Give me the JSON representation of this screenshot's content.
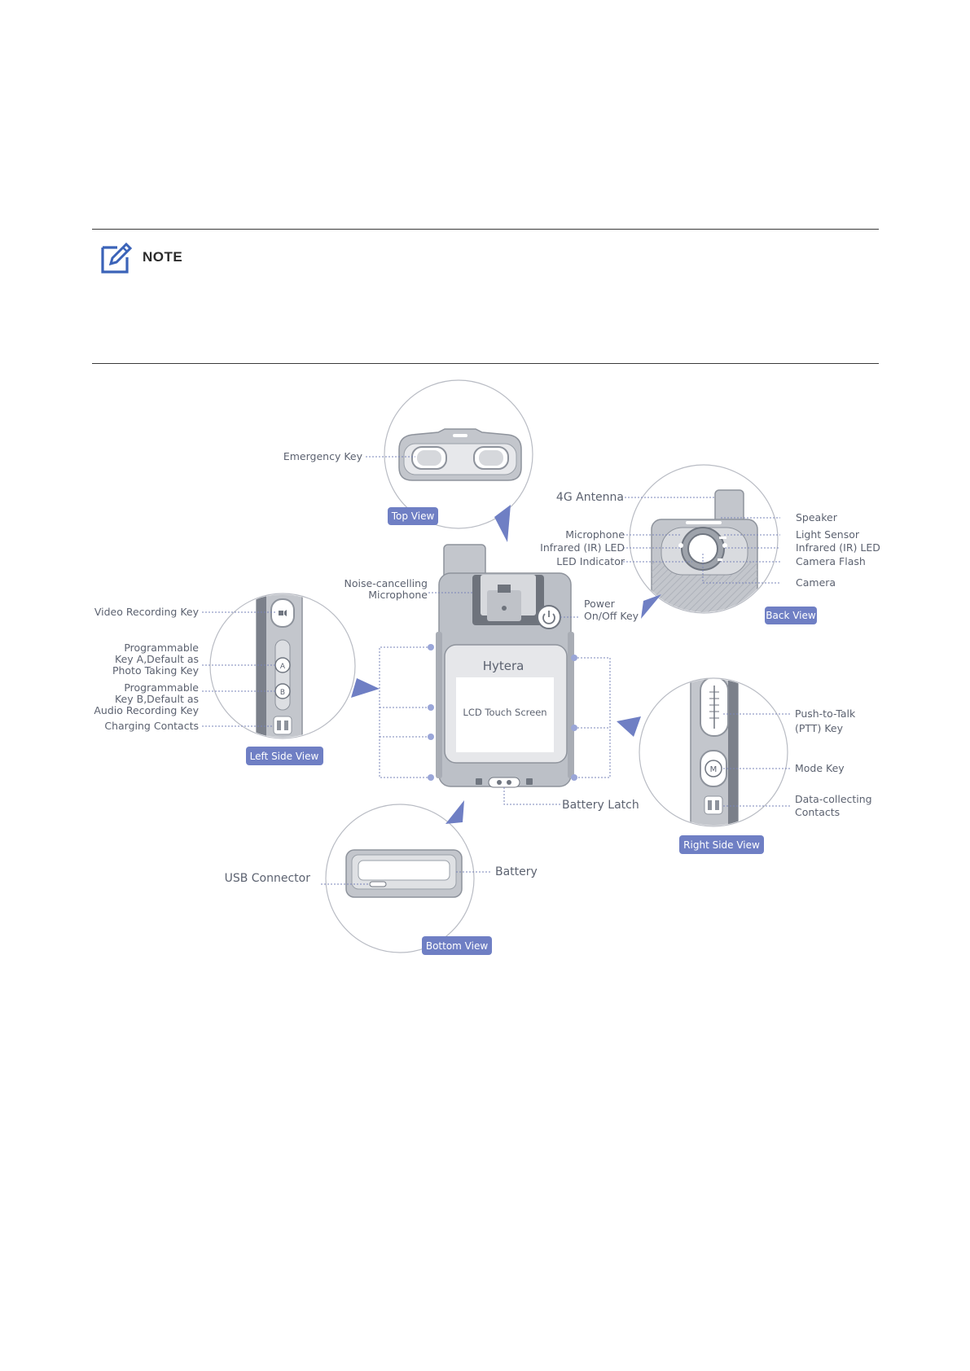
{
  "note": {
    "title": "NOTE",
    "icon": "edit-note-icon"
  },
  "diagram": {
    "views": {
      "top": "Top View",
      "back": "Back View",
      "left": "Left Side View",
      "right": "Right Side View",
      "bottom": "Bottom View"
    },
    "labels": {
      "emergency_key": "Emergency Key",
      "antenna": "4G Antenna",
      "speaker": "Speaker",
      "microphone": "Microphone",
      "light_sensor": "Light Sensor",
      "ir_led_left": "Infrared (IR) LED",
      "ir_led_right": "Infrared (IR) LED",
      "led_indicator": "LED Indicator",
      "camera_flash": "Camera Flash",
      "camera": "Camera",
      "noise_mic_1": "Noise-cancelling",
      "noise_mic_2": "Microphone",
      "power_1": "Power",
      "power_2": "On/Off Key",
      "video_key": "Video Recording Key",
      "prog_a_1": "Programmable",
      "prog_a_2": "Key A,Default as",
      "prog_a_3": "Photo Taking Key",
      "prog_b_1": "Programmable",
      "prog_b_2": "Key B,Default as",
      "prog_b_3": "Audio Recording Key",
      "charging": "Charging Contacts",
      "brand": "Hytera",
      "lcd": "LCD Touch Screen",
      "battery_latch": "Battery Latch",
      "ptt_1": "Push-to-Talk",
      "ptt_2": "(PTT) Key",
      "mode_key": "Mode Key",
      "data_1": "Data-collecting",
      "data_2": "Contacts",
      "usb": "USB Connector",
      "battery": "Battery",
      "key_a": "A",
      "key_b": "B",
      "key_m": "M"
    }
  },
  "colors": {
    "accent": "#6f7fc4",
    "label": "#5c6270",
    "rule": "#3a3a3a"
  }
}
